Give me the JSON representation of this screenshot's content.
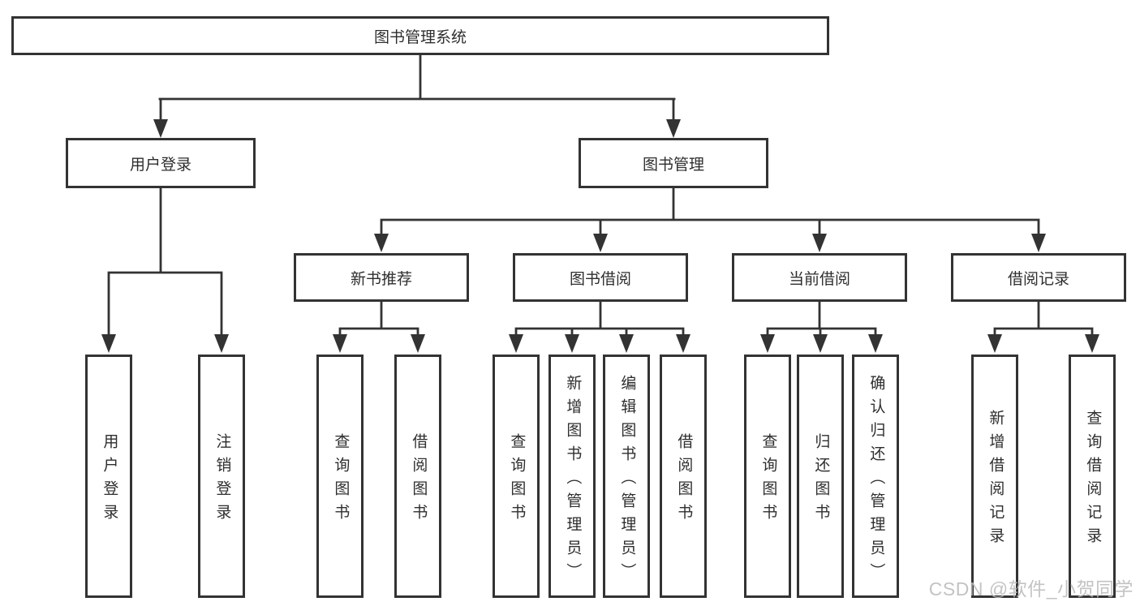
{
  "diagram": {
    "kind": "hierarchy-tree",
    "root_label": "图书管理系统"
  },
  "colors": {
    "line": "#333333",
    "text": "#2e2e2e",
    "background": "#ffffff",
    "watermark": "#b9b9b9"
  },
  "watermark": {
    "text": "CSDN @软件_小贺同学"
  },
  "nodes": {
    "root": {
      "label": "图书管理系统"
    },
    "user_login": {
      "label": "用户登录"
    },
    "book_mgmt": {
      "label": "图书管理"
    },
    "new_book_rec": {
      "label": "新书推荐"
    },
    "book_borrow": {
      "label": "图书借阅"
    },
    "current_borrow": {
      "label": "当前借阅"
    },
    "borrow_records": {
      "label": "借阅记录"
    },
    "login": {
      "label": "用户登录"
    },
    "logout": {
      "label": "注销登录"
    },
    "nbr_query": {
      "label": "查询图书"
    },
    "nbr_borrow": {
      "label": "借阅图书"
    },
    "bb_query": {
      "label": "查询图书"
    },
    "bb_add": {
      "label": "新增图书（管理员）"
    },
    "bb_edit": {
      "label": "编辑图书（管理员）"
    },
    "bb_borrow": {
      "label": "借阅图书"
    },
    "cb_query": {
      "label": "查询图书"
    },
    "cb_return": {
      "label": "归还图书"
    },
    "cb_confirm": {
      "label": "确认归还（管理员）"
    },
    "br_add": {
      "label": "新增借阅记录"
    },
    "br_query": {
      "label": "查询借阅记录"
    }
  },
  "edges": [
    [
      "root",
      "user_login"
    ],
    [
      "root",
      "book_mgmt"
    ],
    [
      "user_login",
      "login"
    ],
    [
      "user_login",
      "logout"
    ],
    [
      "book_mgmt",
      "new_book_rec"
    ],
    [
      "book_mgmt",
      "book_borrow"
    ],
    [
      "book_mgmt",
      "current_borrow"
    ],
    [
      "book_mgmt",
      "borrow_records"
    ],
    [
      "new_book_rec",
      "nbr_query"
    ],
    [
      "new_book_rec",
      "nbr_borrow"
    ],
    [
      "book_borrow",
      "bb_query"
    ],
    [
      "book_borrow",
      "bb_add"
    ],
    [
      "book_borrow",
      "bb_edit"
    ],
    [
      "book_borrow",
      "bb_borrow"
    ],
    [
      "current_borrow",
      "cb_query"
    ],
    [
      "current_borrow",
      "cb_return"
    ],
    [
      "current_borrow",
      "cb_confirm"
    ],
    [
      "borrow_records",
      "br_add"
    ],
    [
      "borrow_records",
      "br_query"
    ]
  ]
}
